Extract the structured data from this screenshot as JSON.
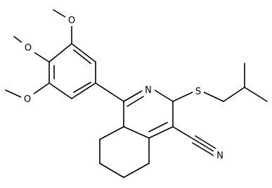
{
  "structure": {
    "labels": {
      "o_upper": "O",
      "o_middle": "O",
      "o_lower": "O",
      "n_ring": "N",
      "s_thioether": "S",
      "n_nitrile": "N"
    }
  }
}
